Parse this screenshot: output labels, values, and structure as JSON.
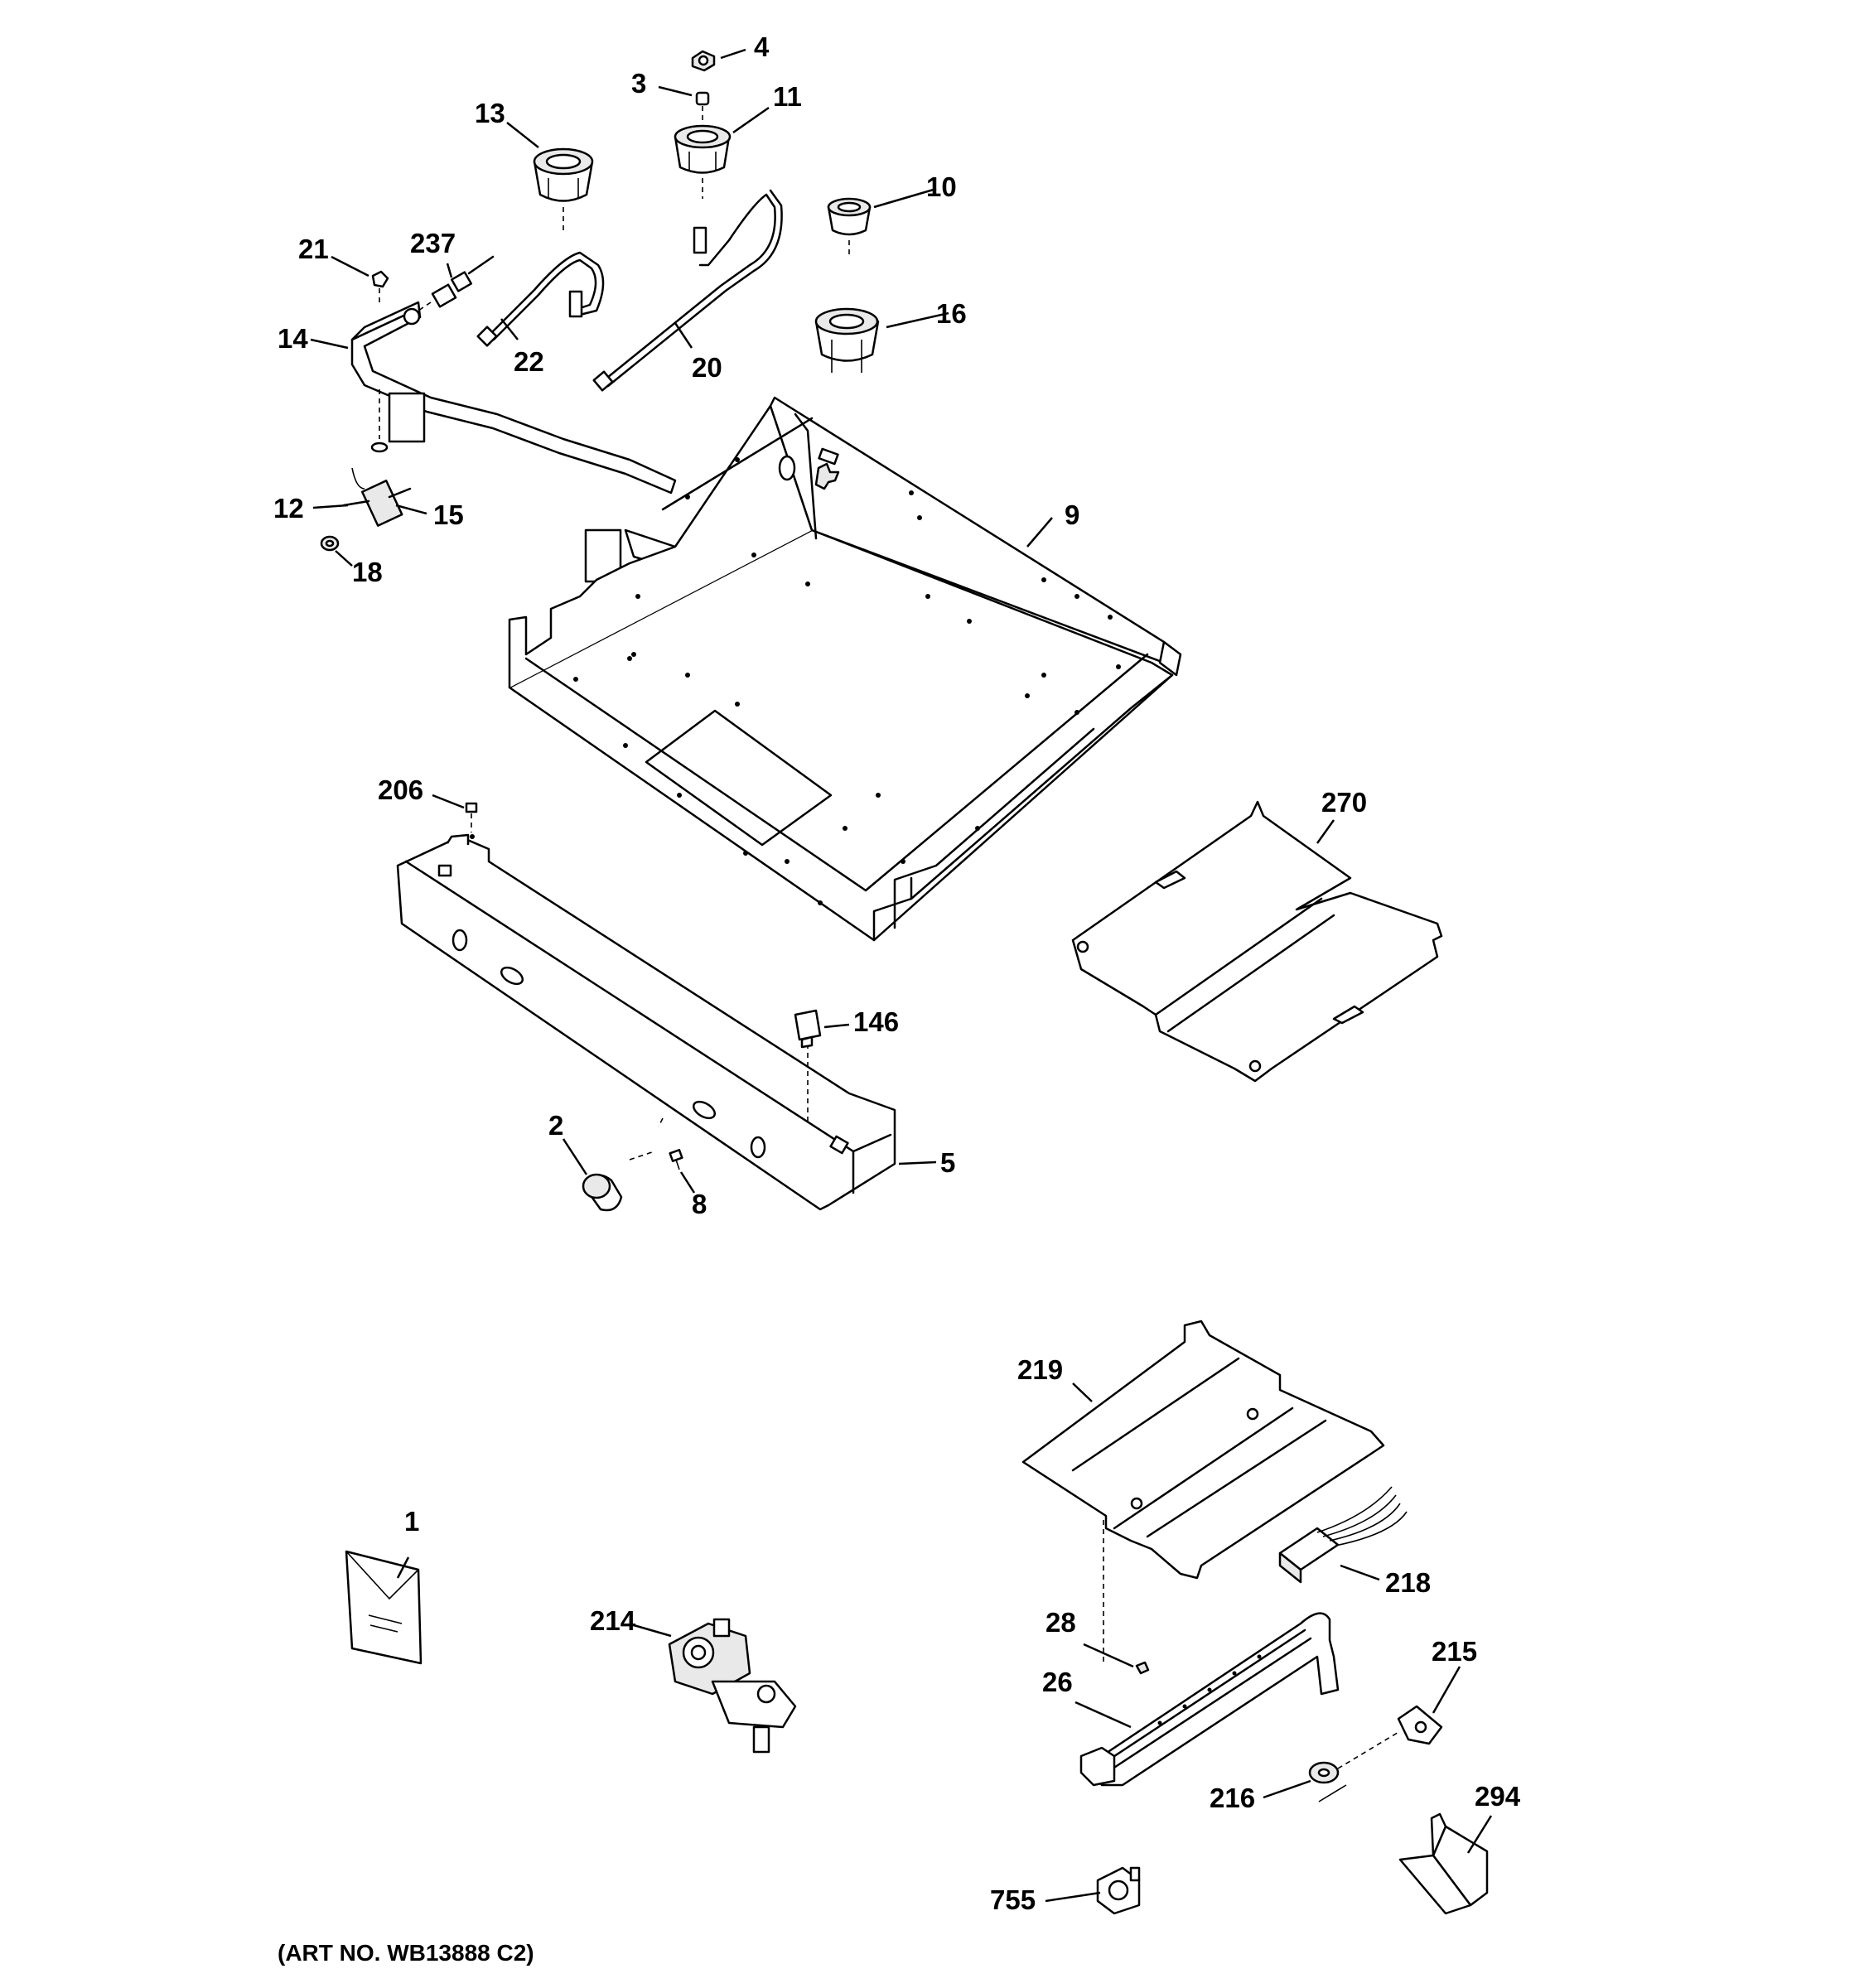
{
  "art_number": "(ART NO. WB13888 C2)",
  "callouts": [
    {
      "id": "c1",
      "label": "1"
    },
    {
      "id": "c2",
      "label": "2"
    },
    {
      "id": "c3",
      "label": "3"
    },
    {
      "id": "c4",
      "label": "4"
    },
    {
      "id": "c5",
      "label": "5"
    },
    {
      "id": "c8",
      "label": "8"
    },
    {
      "id": "c9",
      "label": "9"
    },
    {
      "id": "c10",
      "label": "10"
    },
    {
      "id": "c11",
      "label": "11"
    },
    {
      "id": "c12",
      "label": "12"
    },
    {
      "id": "c13",
      "label": "13"
    },
    {
      "id": "c14",
      "label": "14"
    },
    {
      "id": "c15",
      "label": "15"
    },
    {
      "id": "c16",
      "label": "16"
    },
    {
      "id": "c18",
      "label": "18"
    },
    {
      "id": "c20",
      "label": "20"
    },
    {
      "id": "c21",
      "label": "21"
    },
    {
      "id": "c22",
      "label": "22"
    },
    {
      "id": "c26",
      "label": "26"
    },
    {
      "id": "c28",
      "label": "28"
    },
    {
      "id": "c146",
      "label": "146"
    },
    {
      "id": "c206",
      "label": "206"
    },
    {
      "id": "c214",
      "label": "214"
    },
    {
      "id": "c215",
      "label": "215"
    },
    {
      "id": "c216",
      "label": "216"
    },
    {
      "id": "c218",
      "label": "218"
    },
    {
      "id": "c219",
      "label": "219"
    },
    {
      "id": "c237",
      "label": "237"
    },
    {
      "id": "c270",
      "label": "270"
    },
    {
      "id": "c294",
      "label": "294"
    },
    {
      "id": "c755",
      "label": "755"
    }
  ]
}
